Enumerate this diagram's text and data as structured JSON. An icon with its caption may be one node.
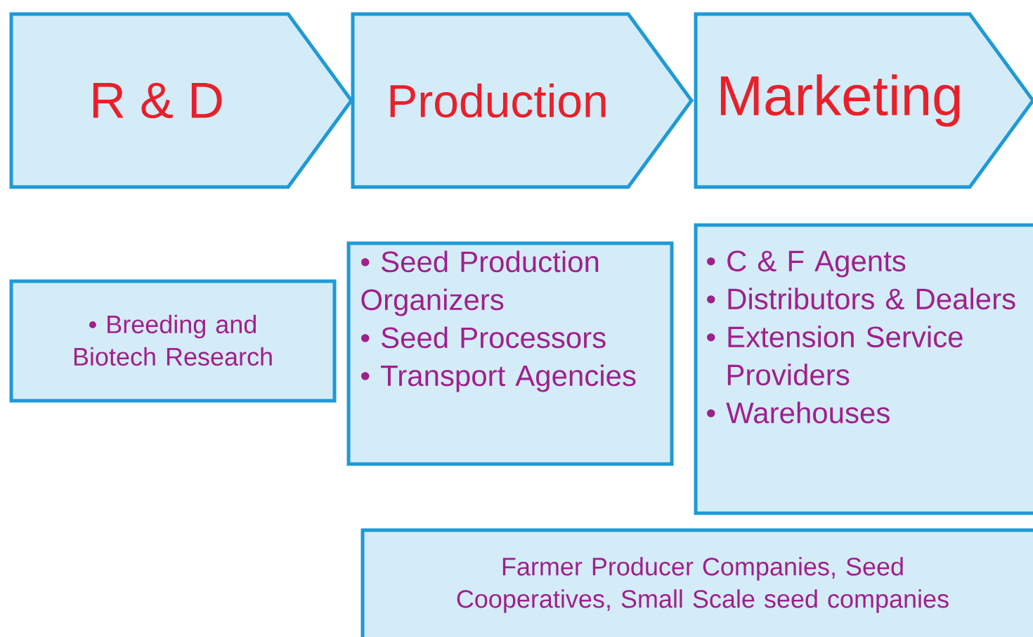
{
  "diagram": {
    "nodes": [
      {
        "text": [
          "R & D"
        ]
      },
      {
        "text": [
          "Production"
        ]
      },
      {
        "text": [
          "Marketing"
        ]
      },
      {
        "text": [
          "• Breeding and Biotech Research"
        ]
      },
      {
        "text": [
          "• Seed Production Organizers",
          "• Seed Processors",
          "• Transport Agencies"
        ]
      },
      {
        "text": [
          "• C & F Agents",
          "• Distributors & Dealers",
          "• Extension Service Providers",
          "• Warehouses"
        ]
      },
      {
        "text": [
          "Farmer Producer Companies, Seed Cooperatives, Small Scale seed companies"
        ]
      }
    ]
  }
}
